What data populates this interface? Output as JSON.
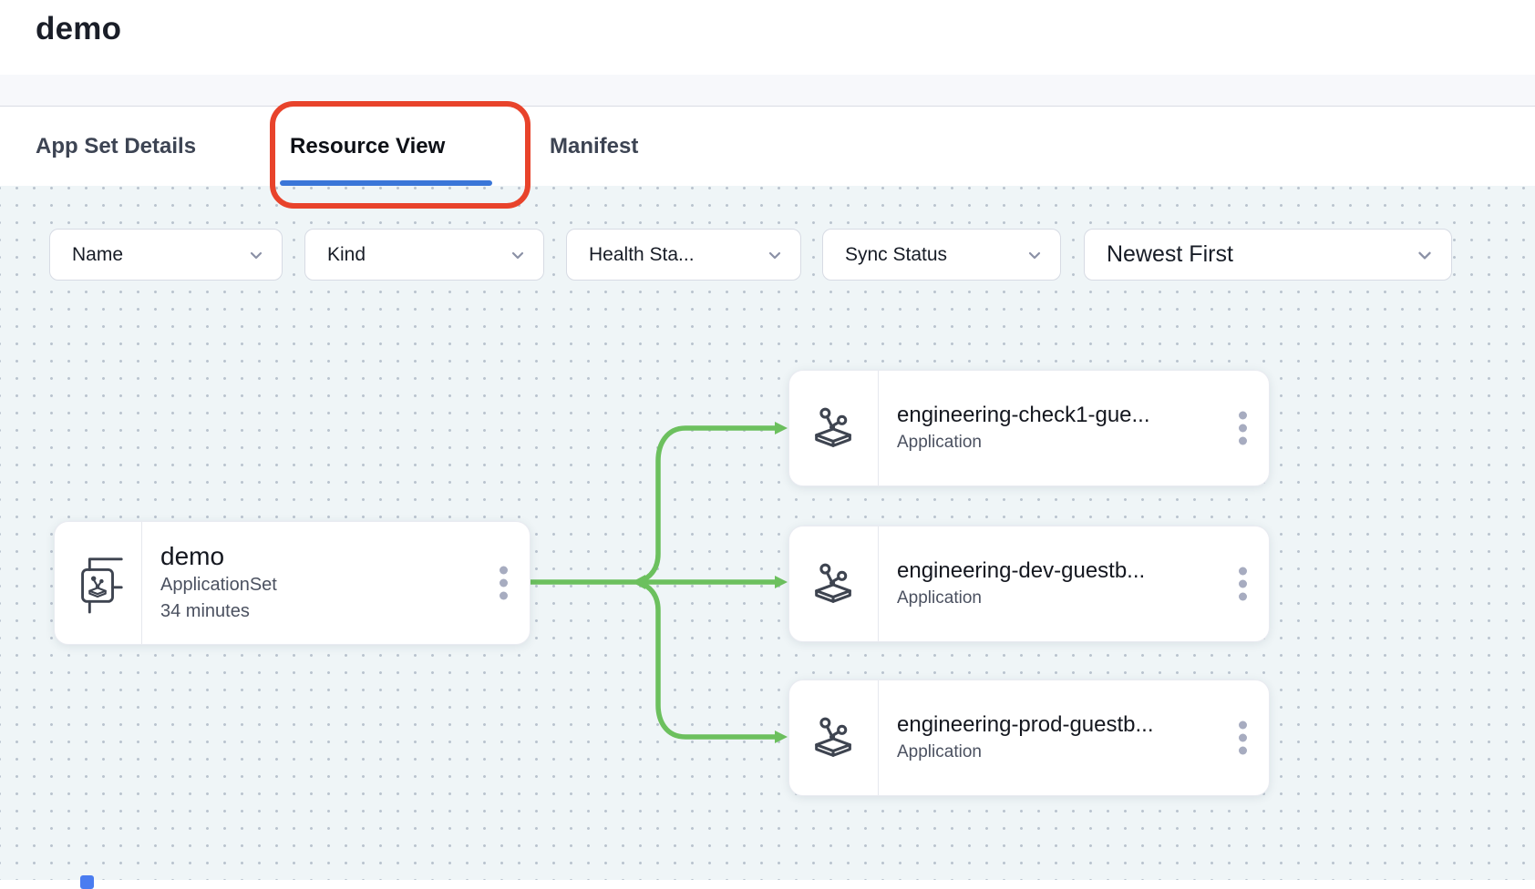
{
  "page": {
    "title": "demo"
  },
  "tabs": [
    {
      "label": "App Set Details",
      "active": false
    },
    {
      "label": "Resource View",
      "active": true
    },
    {
      "label": "Manifest",
      "active": false
    }
  ],
  "filters": {
    "name": "Name",
    "kind": "Kind",
    "health": "Health Sta...",
    "sync": "Sync Status",
    "sort": "Newest First"
  },
  "graph": {
    "root": {
      "title": "demo",
      "kind": "ApplicationSet",
      "age": "34 minutes"
    },
    "children": [
      {
        "title": "engineering-check1-gue...",
        "kind": "Application"
      },
      {
        "title": "engineering-dev-guestb...",
        "kind": "Application"
      },
      {
        "title": "engineering-prod-guestb...",
        "kind": "Application"
      }
    ]
  },
  "colors": {
    "accent_blue": "#3a76d8",
    "annotation_red": "#e8432b",
    "edge_green": "#6cc05e",
    "canvas_bg": "#eff5f7"
  }
}
